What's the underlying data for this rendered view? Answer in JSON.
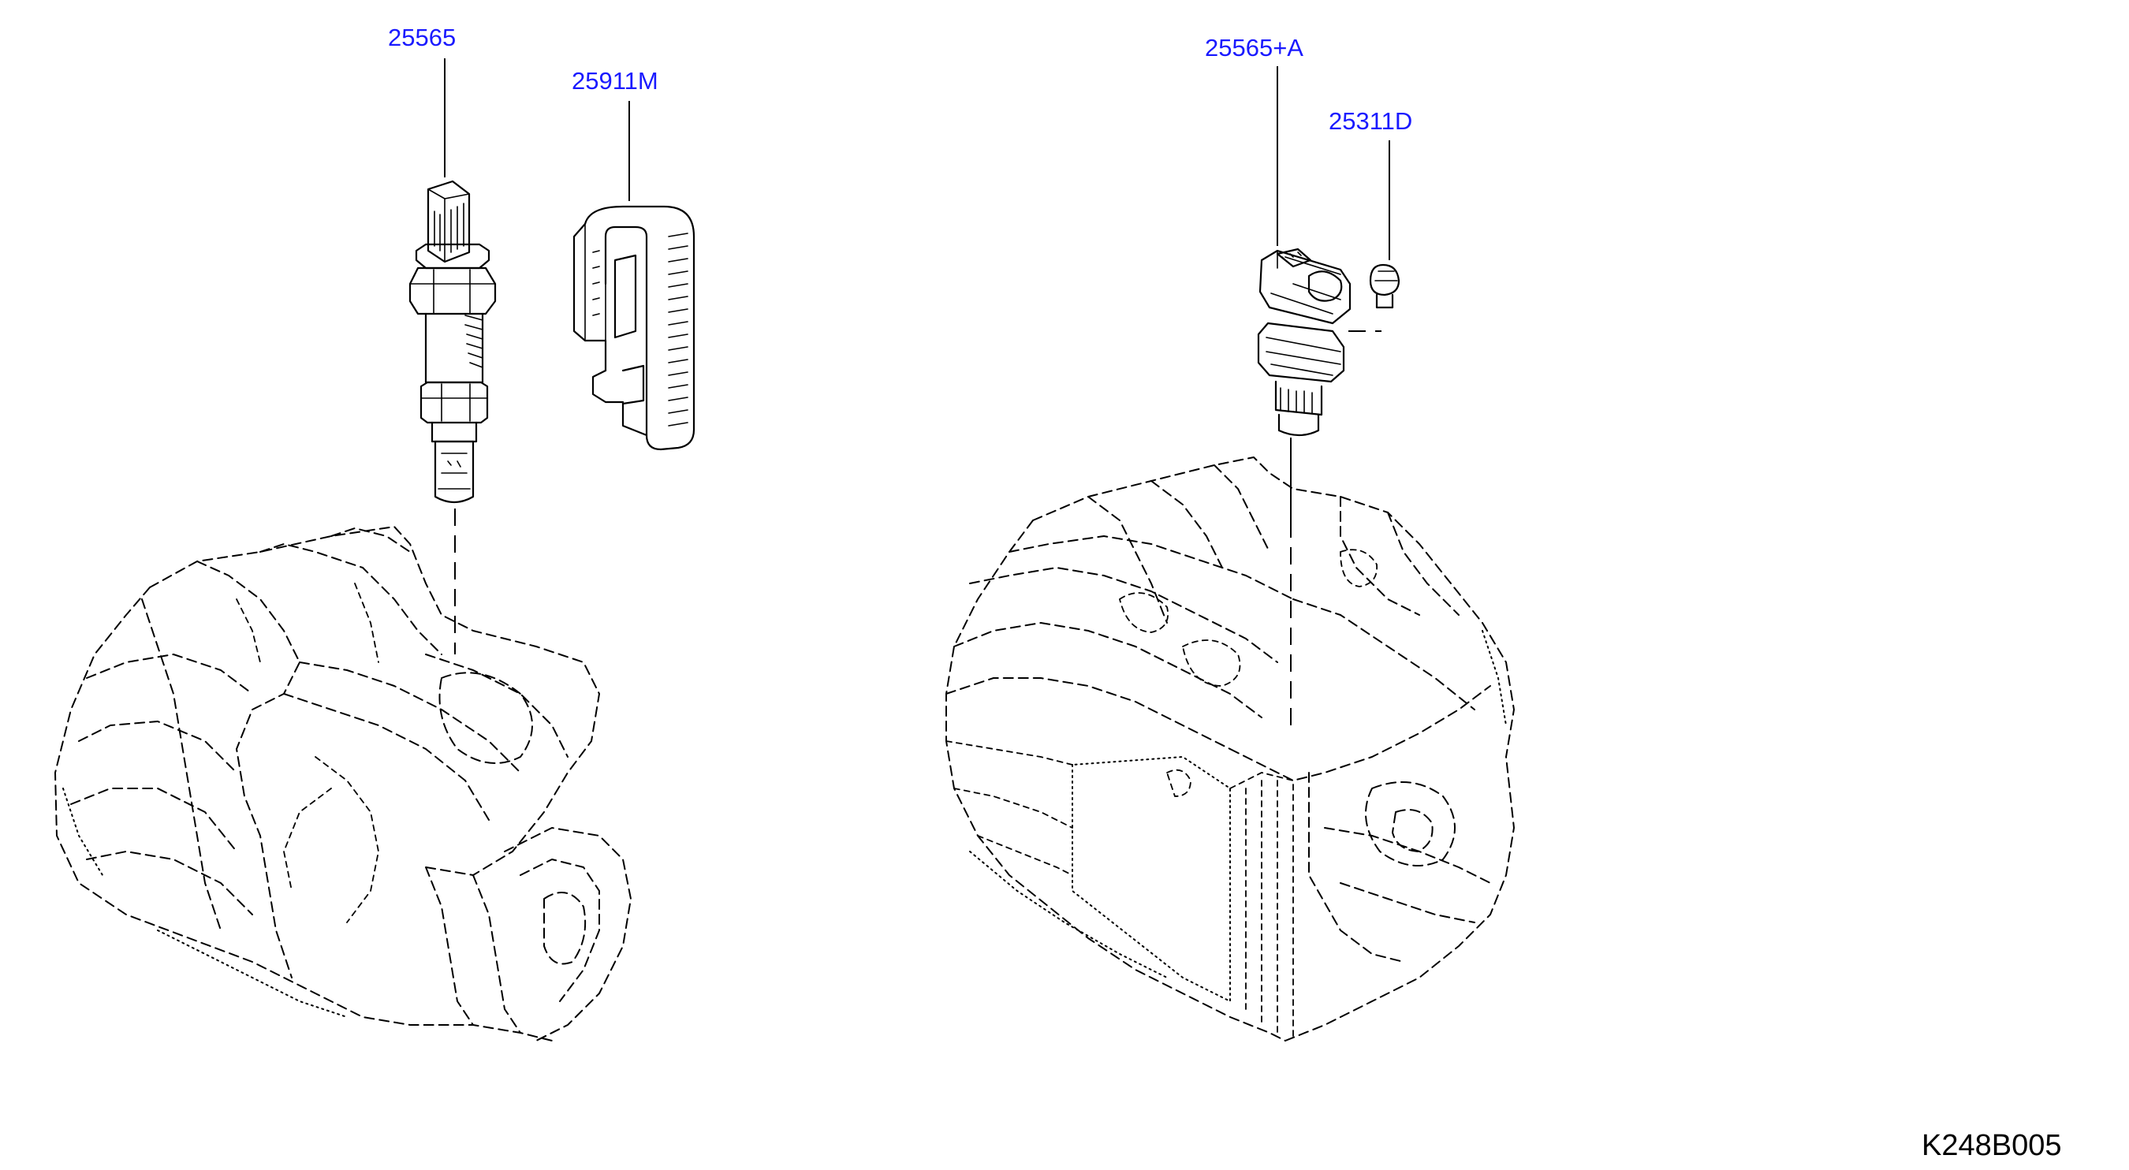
{
  "figure_code": "K248B005",
  "callouts": {
    "p25565": "25565",
    "p25911m": "25911M",
    "p25565a": "25565+A",
    "p25311d": "25311D"
  },
  "colors": {
    "callout_text": "#1a1aff",
    "line_art": "#000000",
    "background": "#ffffff"
  }
}
